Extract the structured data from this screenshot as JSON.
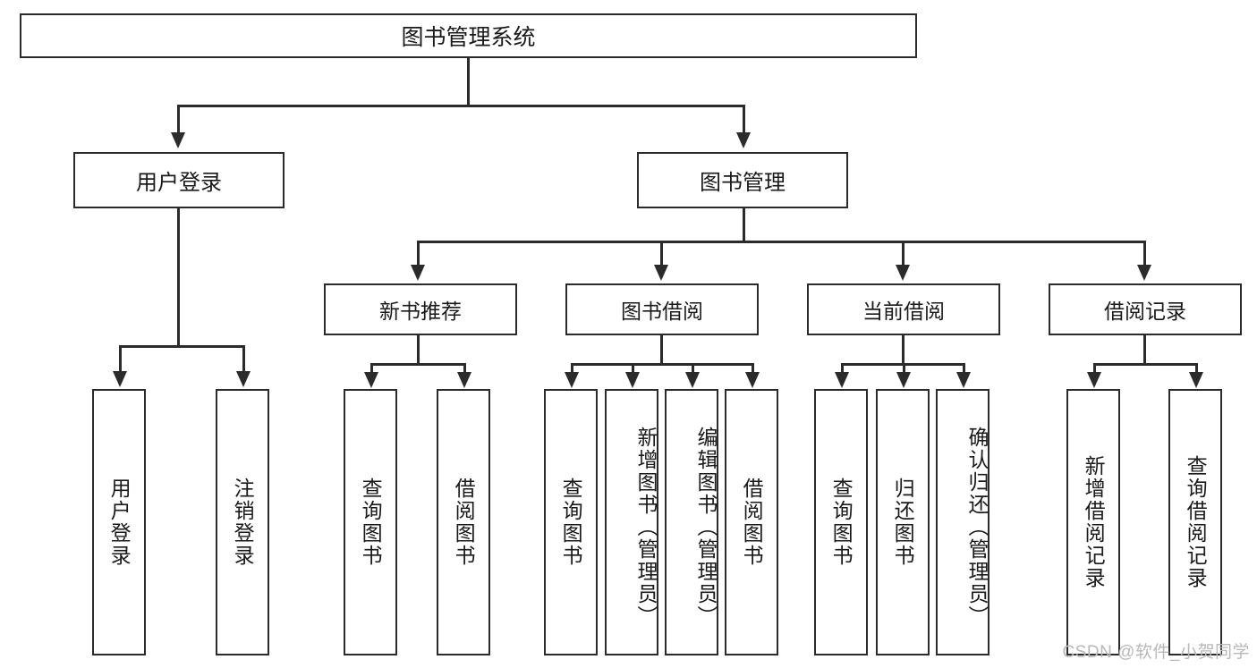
{
  "diagram": {
    "title": "图书管理系统",
    "type": "hierarchy-tree",
    "root": {
      "label": "图书管理系统"
    },
    "level2": [
      {
        "label": "用户登录"
      },
      {
        "label": "图书管理"
      }
    ],
    "level3": [
      {
        "label": "新书推荐"
      },
      {
        "label": "图书借阅"
      },
      {
        "label": "当前借阅"
      },
      {
        "label": "借阅记录"
      }
    ],
    "leaves": {
      "user_login": [
        {
          "label": "用户登录"
        },
        {
          "label": "注销登录"
        }
      ],
      "new_book_recommend": [
        {
          "label": "查询图书"
        },
        {
          "label": "借阅图书"
        }
      ],
      "book_borrow": [
        {
          "label": "查询图书"
        },
        {
          "label": "新增图书（管理员）"
        },
        {
          "label": "编辑图书（管理员）"
        },
        {
          "label": "借阅图书"
        }
      ],
      "current_borrow": [
        {
          "label": "查询图书"
        },
        {
          "label": "归还图书"
        },
        {
          "label": "确认归还（管理员）"
        }
      ],
      "borrow_record": [
        {
          "label": "新增借阅记录"
        },
        {
          "label": "查询借阅记录"
        }
      ]
    }
  },
  "watermark": {
    "text": "CSDN @软件_小贺同学"
  },
  "colors": {
    "stroke": "#2b2b2b",
    "background": "#ffffff",
    "text": "#1a1a1a",
    "watermark": "#b8b8b8"
  }
}
